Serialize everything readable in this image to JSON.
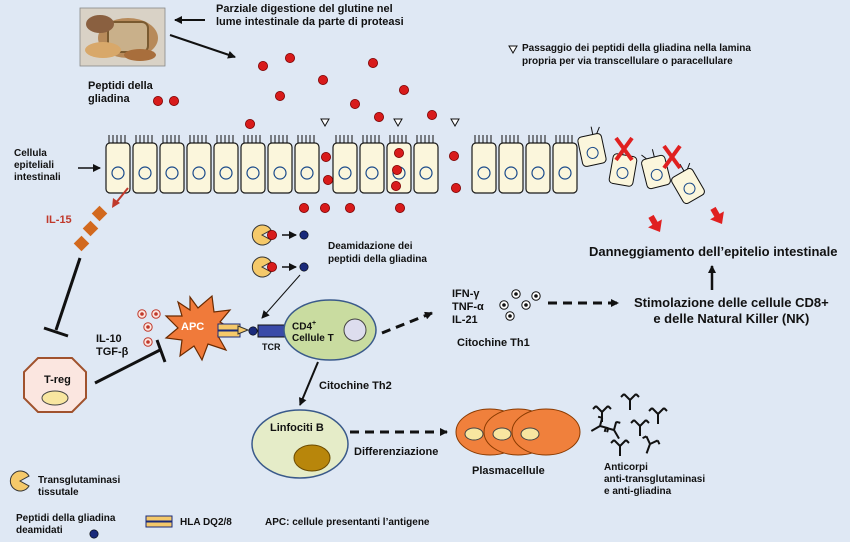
{
  "labels": {
    "gluten_digestion": "Parziale digestione del glutine nel lume intestinale da parte di proteasi",
    "gluten_digestion_l1": "Parziale digestione del glutine nel",
    "gluten_digestion_l2": "lume intestinale da parte di proteasi",
    "passage_l1": "Passaggio dei peptidi della gliadina nella lamina",
    "passage_l2": "propria per via transcellulare o paracellulare",
    "peptides_l1": "Peptidi della",
    "peptides_l2": "gliadina",
    "epithelial_l1": "Cellula",
    "epithelial_l2": "epiteliali",
    "epithelial_l3": "intestinali",
    "il15": "IL-15",
    "deamidation_l1": "Deamidazione dei",
    "deamidation_l2": "peptidi della gliadina",
    "damage": "Danneggiamento dell’epitelio intestinale",
    "cytokines_ifn": "IFN-γ",
    "cytokines_tnf": "TNF-α",
    "cytokines_il21": "IL-21",
    "th1": "Citochine Th1",
    "stimulation_l1": "Stimolazione delle cellule CD8+",
    "stimulation_l2": "e delle Natural Killer (NK)",
    "apc": "APC",
    "cd4": "CD4",
    "cd4_sup": "+",
    "t_cells": "Cellule T",
    "tcr": "TCR",
    "il10": "IL-10",
    "tgfb": "TGF-β",
    "treg": "T-reg",
    "th2": "Citochine Th2",
    "b_cells": "Linfociti B",
    "differentiation": "Differenziazione",
    "plasma": "Plasmacellule",
    "antibodies_l1": "Anticorpi",
    "antibodies_l2": "anti-transglutaminasi",
    "antibodies_l3": "e anti-gliadina"
  },
  "legend": {
    "tg_l1": "Transglutaminasi",
    "tg_l2": "tissutale",
    "deam_l1": "Peptidi della gliadina",
    "deam_l2": "deamidati",
    "hla": "HLA DQ2/8",
    "apc_def": "APC: cellule presentanti l’antigene"
  },
  "colors": {
    "background": "#dfe8f4",
    "gliadin_peptide": "#d81b1b",
    "deamidated_peptide": "#1a2a7a",
    "epithelial_cell": "#fbf6dc",
    "transglutaminase": "#f5c96a",
    "apc": "#f07a3a",
    "t_cell": "#c9dca0",
    "b_cell": "#e5ecc8",
    "plasma_cell": "#f0803c",
    "il15_diamond": "#d2691e",
    "damage_arrow": "#e02020"
  }
}
